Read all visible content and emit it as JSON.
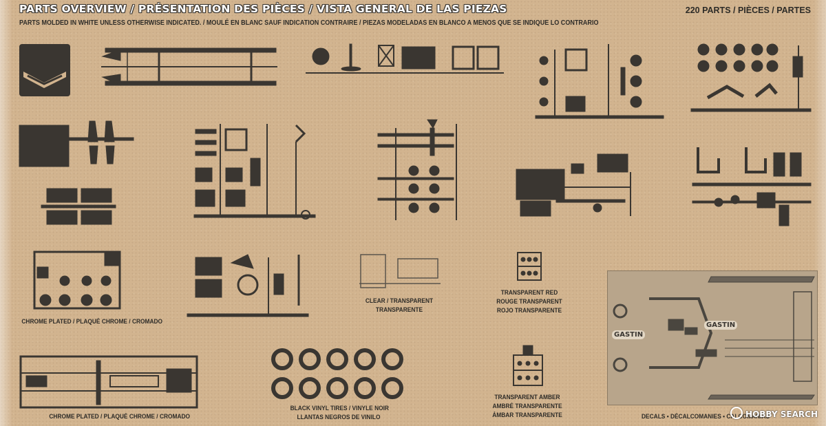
{
  "header": {
    "title": "PARTS OVERVIEW / PRÉSENTATION DES PIÈCES / VISTA GENERAL DE LAS PIEZAS",
    "subtitle": "PARTS MOLDED IN WHITE UNLESS OTHERWISE INDICATED. / MOULÉ EN BLANC SAUF INDICATION CONTRAIRE / PIEZAS MODELADAS EN BLANCO A MENOS QUE SE INDIQUE LO CONTRARIO",
    "part_count": "220 PARTS / PIÈCES / PARTES"
  },
  "captions": {
    "chrome_1": "CHROME PLATED / PLAQUÉ CHROME / CROMADO",
    "clear_1": "CLEAR / TRANSPARENT",
    "clear_2": "TRANSPARENTE",
    "red_1": "TRANSPARENT RED",
    "red_2": "ROUGE TRANSPARENT",
    "red_3": "ROJO TRANSPARENTE",
    "chrome_2": "CHROME PLATED / PLAQUÉ CHROME / CROMADO",
    "tires_1": "BLACK VINYL TIRES / VINYLE NOIR",
    "tires_2": "LLANTAS NEGROS DE VINILO",
    "amber_1": "TRANSPARENT AMBER",
    "amber_2": "AMBRÉ TRANSPARENTE",
    "amber_3": "ÁMBAR TRANSPARENTE",
    "decals": "DECALS • DÉCALCOMANIES • CALCOMANÍAS"
  },
  "decal_sheet": {
    "brand_1": "GASTIN",
    "brand_2": "GASTIN"
  },
  "watermark": "HOBBY SEARCH",
  "colors": {
    "background": "#d2b48f",
    "ink": "#2e2c28",
    "decal_sheet": "#b8a58b"
  }
}
